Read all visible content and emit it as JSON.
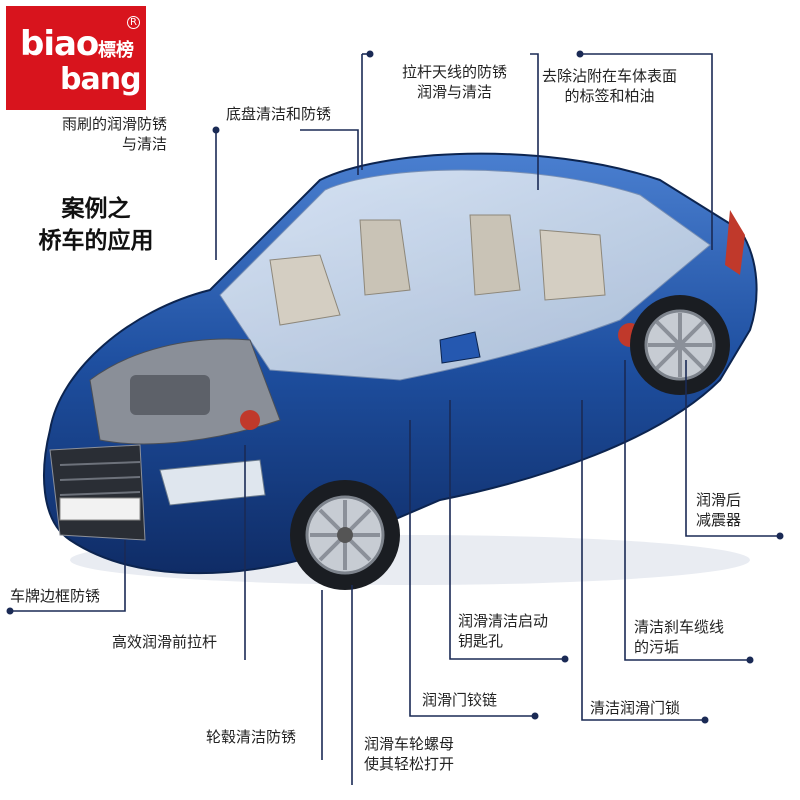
{
  "logo": {
    "brand_top": "biao",
    "brand_bottom": "bang",
    "brand_cn": "標榜",
    "reg_mark": "R"
  },
  "headline": {
    "line1": "案例之",
    "line2": "桥车的应用"
  },
  "labels": {
    "wiper": [
      "雨刷的润滑防锈",
      "与清洁"
    ],
    "chassis": [
      "底盘清洁和防锈"
    ],
    "antenna": [
      "拉杆天线的防锈",
      "润滑与清洁"
    ],
    "sticker": [
      "去除沾附在车体表面",
      "的标签和柏油"
    ],
    "rear_shock": [
      "润滑后",
      "减震器"
    ],
    "plate": [
      "车牌边框防锈"
    ],
    "tie_rod": [
      "高效润滑前拉杆"
    ],
    "ignition": [
      "润滑清洁启动",
      "钥匙孔"
    ],
    "brake_cable": [
      "清洁刹车缆线",
      "的污垢"
    ],
    "door_hinge": [
      "润滑门铰链"
    ],
    "door_lock": [
      "清洁润滑门锁"
    ],
    "hub": [
      "轮毂清洁防锈"
    ],
    "wheel_nut": [
      "润滑车轮螺母",
      "使其轻松打开"
    ]
  },
  "colors": {
    "brand_red": "#d8141d",
    "car_blue": "#1e4fa0",
    "leader_line": "#1a2a55"
  }
}
